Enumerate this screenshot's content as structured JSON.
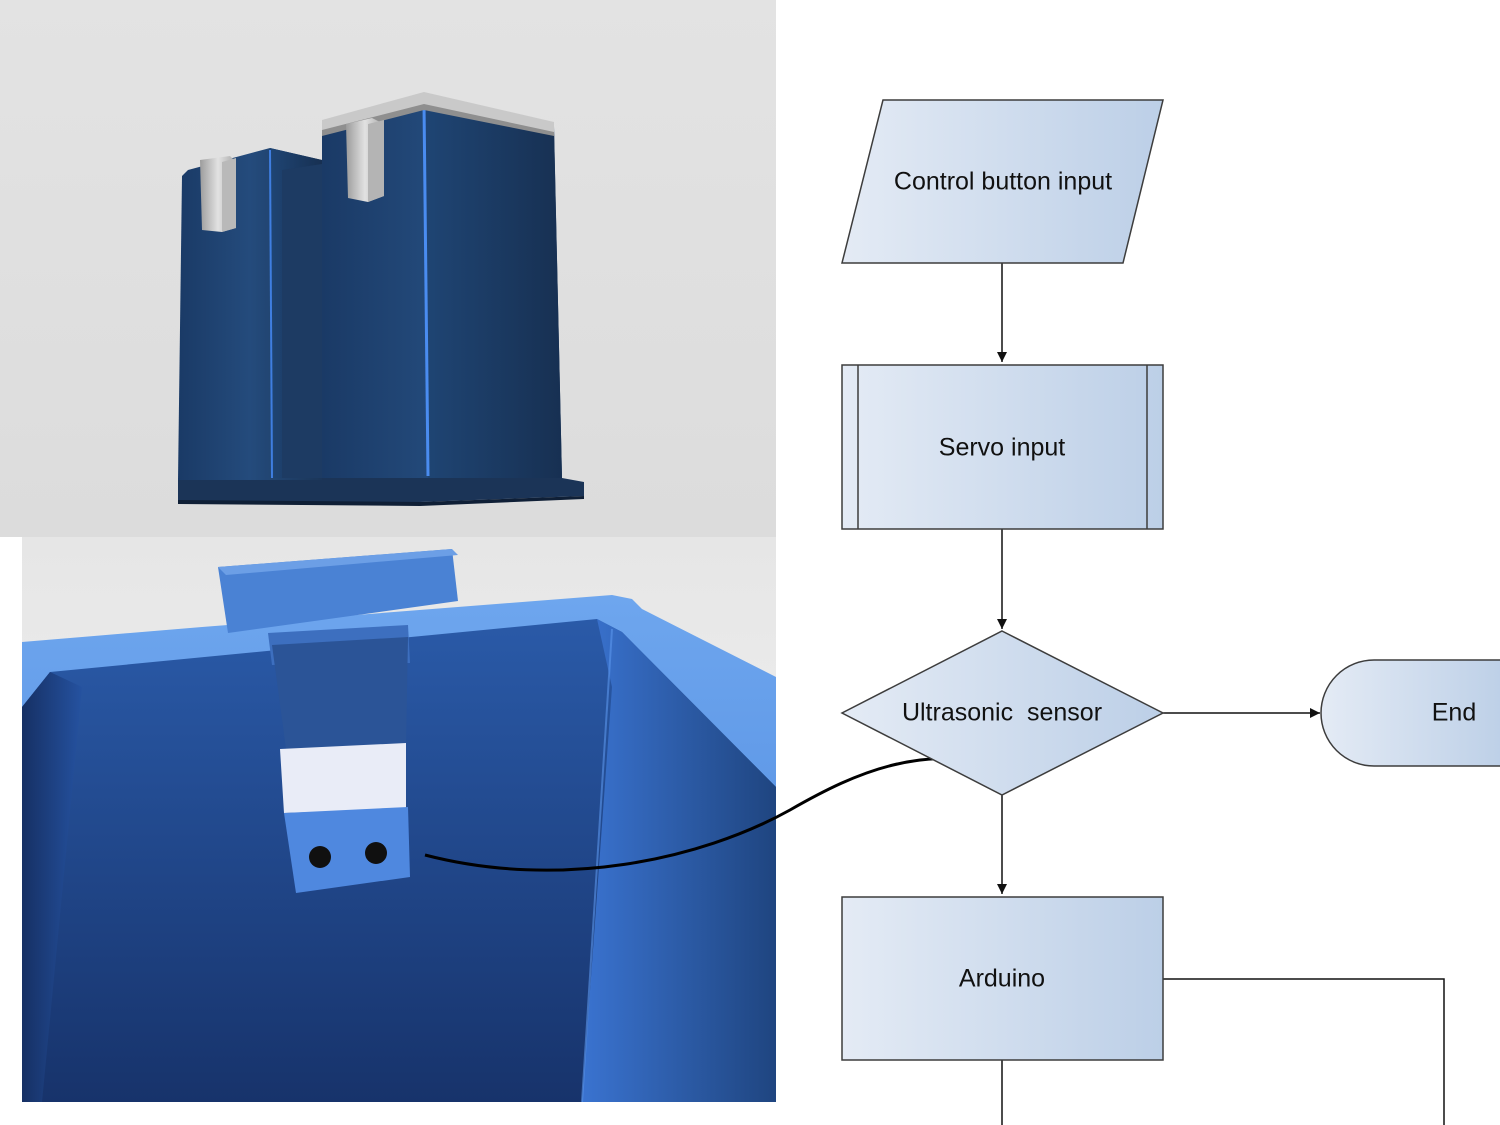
{
  "flowchart": {
    "nodes": [
      {
        "id": "input",
        "label": "Control button input",
        "shape": "parallelogram"
      },
      {
        "id": "servo",
        "label": "Servo input",
        "shape": "predefined-process"
      },
      {
        "id": "sensor",
        "label": "Ultrasonic  sensor",
        "shape": "decision"
      },
      {
        "id": "end",
        "label": "End",
        "shape": "terminator"
      },
      {
        "id": "arduino",
        "label": "Arduino",
        "shape": "process"
      }
    ],
    "edges": [
      {
        "from": "input",
        "to": "servo"
      },
      {
        "from": "servo",
        "to": "sensor"
      },
      {
        "from": "sensor",
        "to": "end"
      },
      {
        "from": "sensor",
        "to": "arduino"
      }
    ]
  },
  "colors": {
    "node_fill_start": "#e4ebf5",
    "node_fill_end": "#bccfe7",
    "node_stroke": "#3d3d3d",
    "render_background": "#e1e1e1",
    "bin_blue": "#1e4070",
    "bin_edge_highlight": "#3f7ee0",
    "bin_cap_silver": "#c8c8c8"
  },
  "images": {
    "top": "3d-render-two-bin-tower",
    "bottom": "3d-render-bin-interior-ultrasonic-sensor"
  }
}
